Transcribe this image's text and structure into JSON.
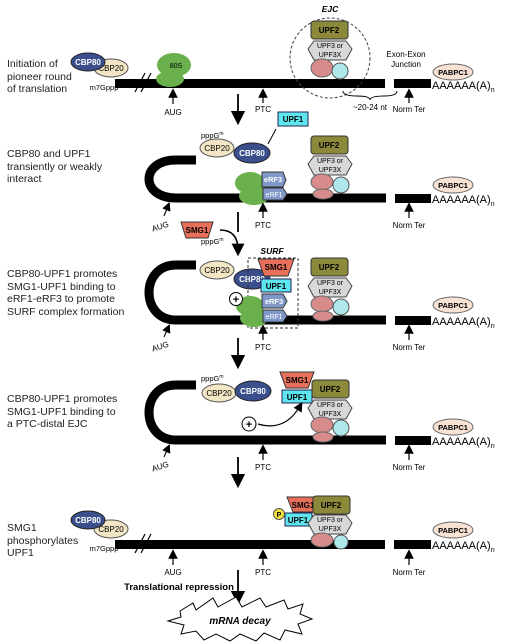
{
  "steps": [
    {
      "label": "Initiation of\npioneer round\nof translation"
    },
    {
      "label": "CBP80 and UPF1\ntransiently or weakly\ninteract"
    },
    {
      "label": "CBP80-UPF1 promotes\nSMG1-UPF1 binding to\neRF1-eRF3  to promote\nSURF complex formation"
    },
    {
      "label": "CBP80-UPF1 promotes\nSMG1-UPF1 binding to\na PTC-distal EJC"
    },
    {
      "label": "SMG1\nphosphorylates\nUPF1"
    }
  ],
  "labels": {
    "cbp80": "CBP80",
    "cbp20": "CBP20",
    "cap": "m7Gppp",
    "cap_tri": "pppGm",
    "ribosome": "80S",
    "upf1": "UPF1",
    "upf2": "UPF2",
    "upf3": "UPF3 or\nUPF3X",
    "smg1": "SMG1",
    "erf3": "eRF3",
    "erf1": "eRF1",
    "pabpc1": "PABPC1",
    "polya": "AAAAAA(A)n",
    "aug": "AUG",
    "ptc": "PTC",
    "norm_ter": "Norm Ter",
    "ejc": "EJC",
    "exon_junction": "Exon-Exon\nJunction",
    "nt_distance": "~20-24 nt",
    "surf": "SURF",
    "phospho": "P",
    "plus": "+",
    "translational_repression": "Translational repression",
    "mrna_decay": "mRNA decay"
  },
  "colors": {
    "cbp80": "#3a4f8c",
    "cbp20": "#f2e6c4",
    "upf1": "#5ee6ee",
    "upf2": "#8c8a3a",
    "upf3": "#d8d8d8",
    "smg1": "#e8705a",
    "ribosome": "#6ab04c",
    "erf": "#7f98c8",
    "ejc_pink": "#d88b8b",
    "ejc_cyan": "#aee8ea",
    "pabpc1": "#f7e2d3",
    "phospho": "#f4e23a",
    "mrna": "#000000"
  }
}
